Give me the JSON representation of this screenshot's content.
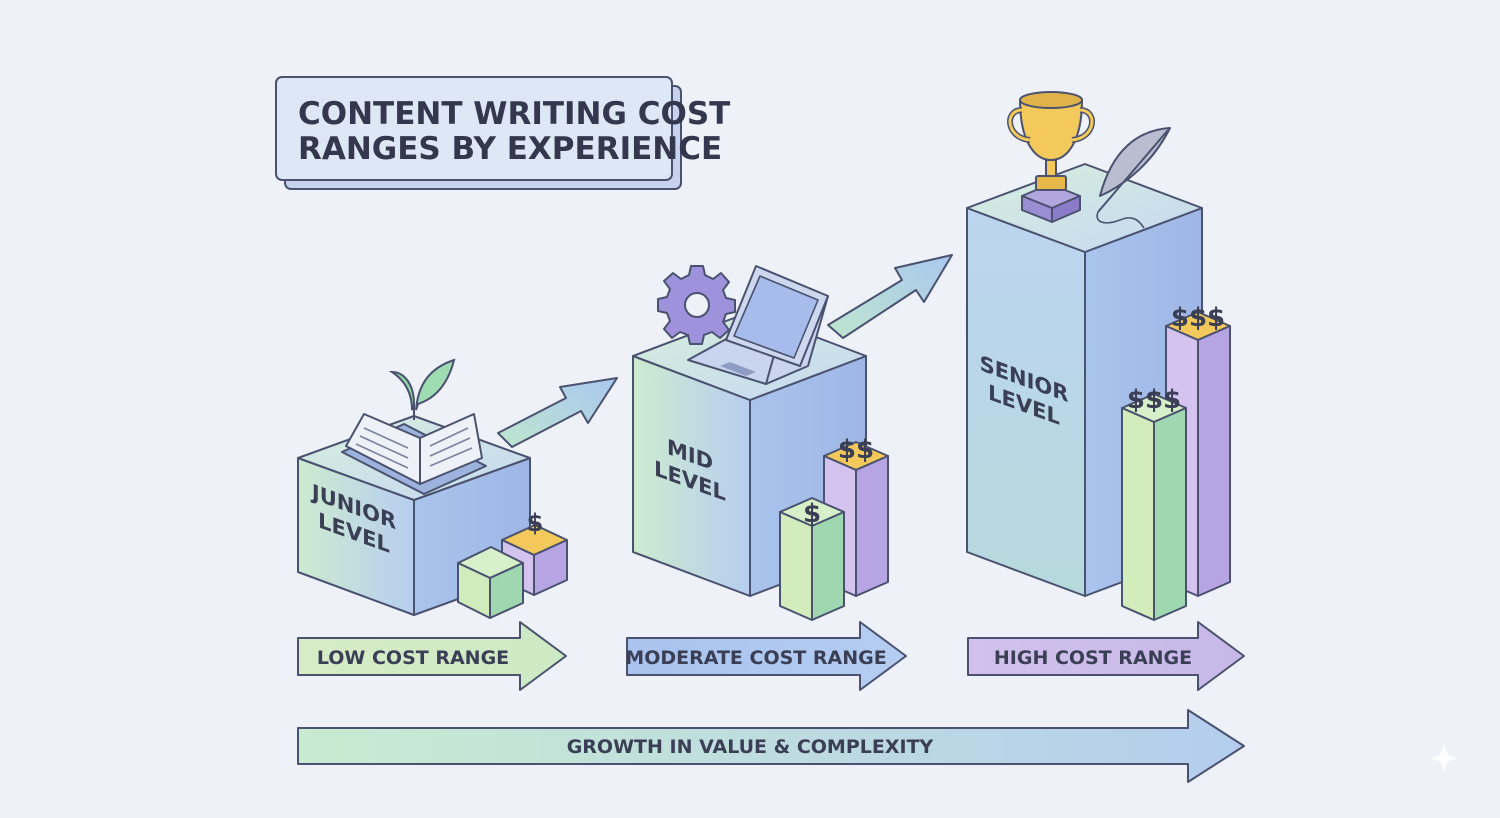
{
  "title": {
    "line1": "CONTENT WRITING COST",
    "line2": "RANGES BY EXPERIENCE"
  },
  "levels": [
    {
      "line1": "JUNIOR",
      "line2": "LEVEL",
      "range": "LOW COST RANGE",
      "icon": "open-book-with-sprout-icon"
    },
    {
      "line1": "MID",
      "line2": "LEVEL",
      "range": "MODERATE COST RANGE",
      "icon": "laptop-and-gear-icon"
    },
    {
      "line1": "SENIOR",
      "line2": "LEVEL",
      "range": "HIGH COST RANGE",
      "icon": "trophy-and-quill-icon"
    }
  ],
  "cost_markers": {
    "junior": "$",
    "mid_a": "$",
    "mid_b": "$$",
    "senior_a": "$$$",
    "senior_b": "$$$"
  },
  "growth_label": "GROWTH IN VALUE & COMPLEXITY",
  "colors": {
    "green": "#c9e9cc",
    "blue": "#b6cdef",
    "purple": "#cfbde9",
    "outline": "#4a5270",
    "gold": "#f2c95a"
  }
}
